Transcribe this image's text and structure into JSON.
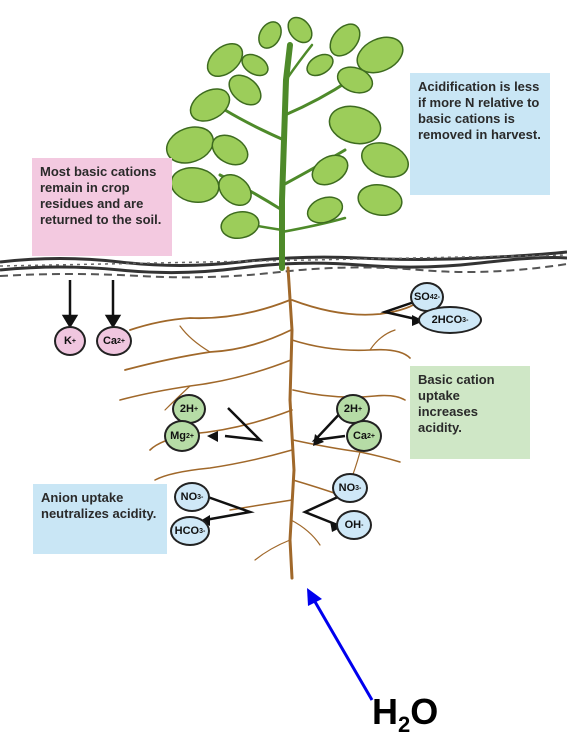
{
  "notes": {
    "residues": "Most basic cations remain in crop residues and are returned to the soil.",
    "harvest": "Acidification is less if more N relative to basic cations is removed in harvest.",
    "cation_uptake": "Basic cation uptake increases acidity.",
    "anion_uptake": "Anion uptake neutralizes acidity."
  },
  "ions": {
    "k": {
      "base": "K",
      "sup": "+"
    },
    "ca_left": {
      "base": "Ca",
      "sup": "2+"
    },
    "so4": {
      "base": "SO",
      "sub": "4",
      "sup": "2-"
    },
    "hco3_2": {
      "base": "2HCO",
      "sub": "3",
      "sup": "-"
    },
    "h2_left": {
      "base": "2H",
      "sup": "+"
    },
    "mg": {
      "base": "Mg",
      "sup": "2+"
    },
    "h2_right": {
      "base": "2H",
      "sup": "+"
    },
    "ca_right": {
      "base": "Ca",
      "sup": "2+"
    },
    "no3_left": {
      "base": "NO",
      "sub": "3",
      "sup": "-"
    },
    "hco3": {
      "base": "HCO",
      "sub": "3",
      "sup": "-"
    },
    "no3_right": {
      "base": "NO",
      "sub": "3",
      "sup": "-"
    },
    "oh": {
      "base": "OH",
      "sup": "-"
    }
  },
  "water": {
    "base": "H",
    "sub": "2",
    "tail": "O"
  },
  "colors": {
    "root": "#a0682a",
    "stem": "#4e8a2a",
    "leaf_fill": "#9ccd5a",
    "leaf_edge": "#3d6b1f",
    "arrow_blue": "#0000ee"
  }
}
